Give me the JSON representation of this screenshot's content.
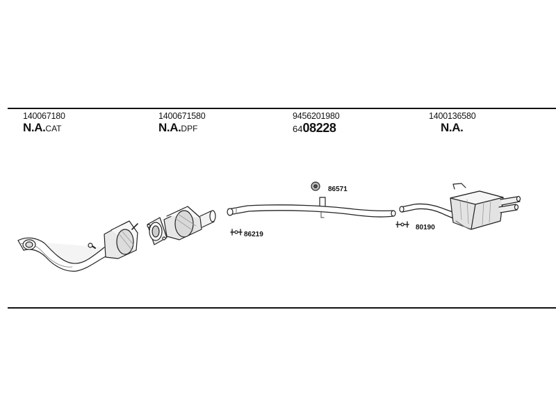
{
  "columns": [
    {
      "part_number": "140067180",
      "label_main": "N.A.",
      "label_suffix": "CAT"
    },
    {
      "part_number": "1400671580",
      "label_main": "N.A.",
      "label_suffix": "DPF"
    },
    {
      "part_number": "9456201980",
      "label_main": "08228",
      "label_prefix": "64"
    },
    {
      "part_number": "1400136580",
      "label_main": "N.A.",
      "label_suffix": ""
    }
  ],
  "references": {
    "mount_a": "86571",
    "clamp_a": "86219",
    "clamp_b": "80190"
  }
}
